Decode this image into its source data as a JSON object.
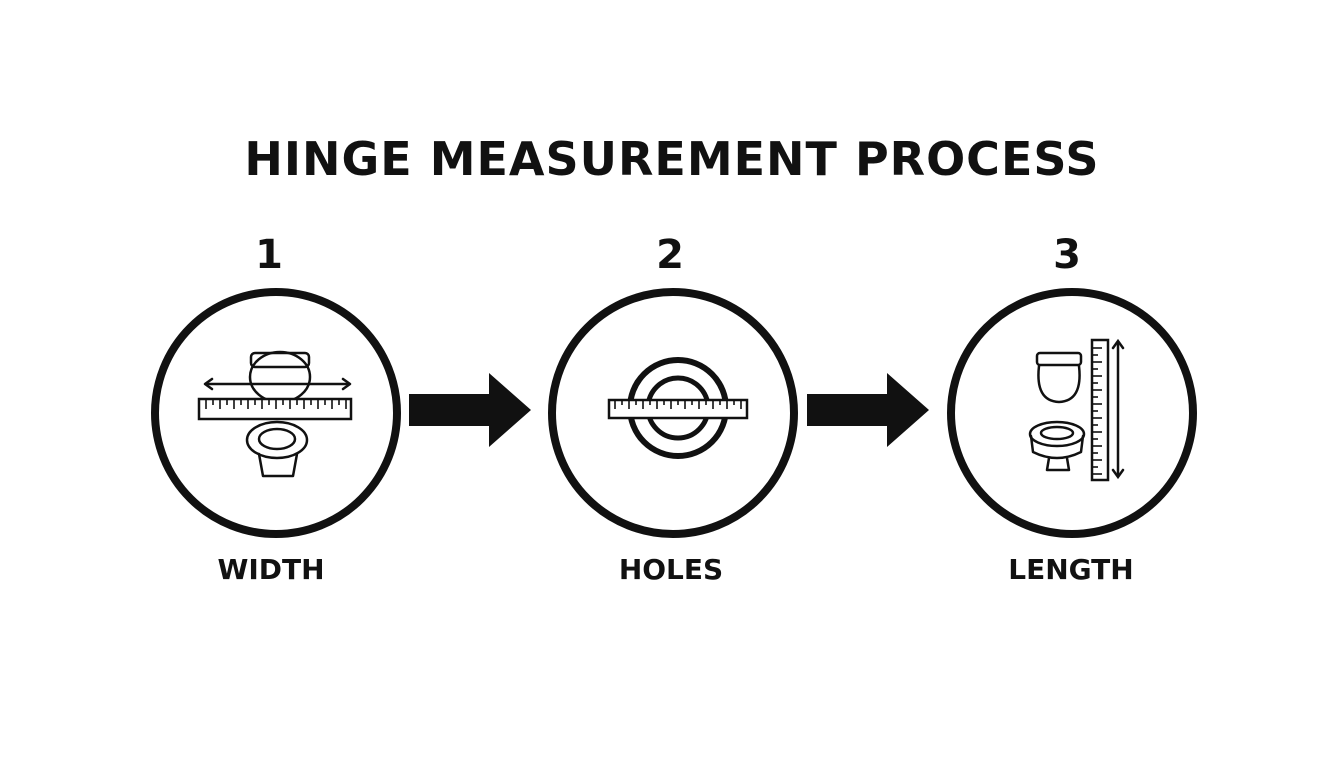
{
  "title": "HINGE MEASUREMENT PROCESS",
  "steps": [
    {
      "number": "1",
      "label": "WIDTH",
      "icon": "toilet-width-ruler-icon"
    },
    {
      "number": "2",
      "label": "HOLES",
      "icon": "bolt-holes-ruler-icon"
    },
    {
      "number": "3",
      "label": "LENGTH",
      "icon": "toilet-length-ruler-icon"
    }
  ],
  "colors": {
    "ink": "#111111",
    "background": "#ffffff"
  }
}
